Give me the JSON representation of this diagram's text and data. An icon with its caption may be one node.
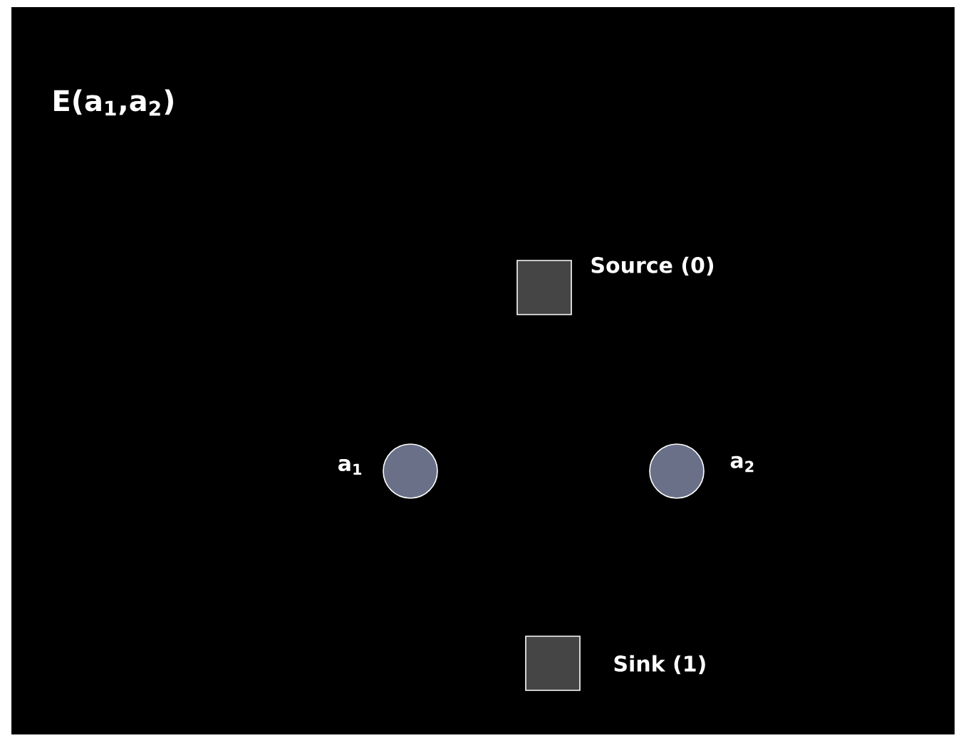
{
  "diagram": {
    "title": "E(a$_{1}$,a$_{2}$)",
    "nodes": [
      {
        "text": [],
        "shape": "box",
        "beside": [
          "Source (0)"
        ]
      },
      {
        "text": [],
        "shape": "circle",
        "beside": [
          "a$_{1}$"
        ]
      },
      {
        "text": [],
        "shape": "circle",
        "beside": [
          "a$_{2}$"
        ]
      },
      {
        "text": [],
        "shape": "box",
        "beside": [
          "Sink (1)"
        ]
      }
    ]
  }
}
